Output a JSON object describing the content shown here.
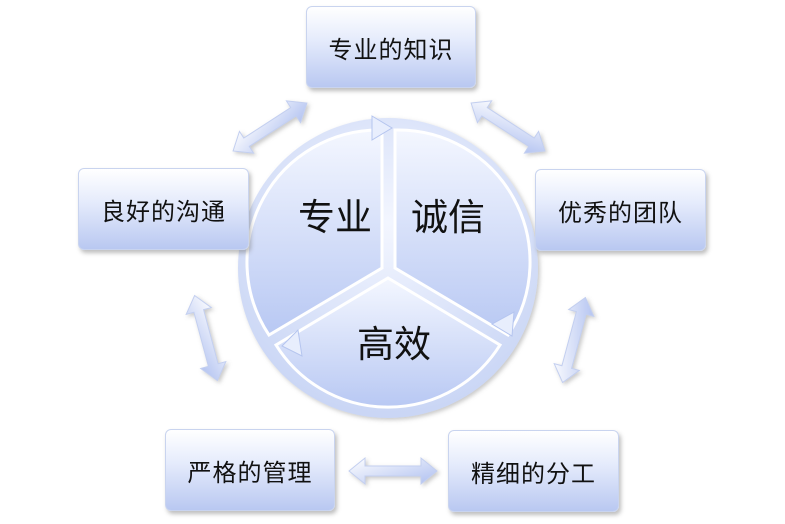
{
  "center": {
    "segments": [
      "专业",
      "诚信",
      "高效"
    ]
  },
  "boxes": {
    "top": "专业的知识",
    "left": "良好的沟通",
    "right": "优秀的团队",
    "bottom_left": "严格的管理",
    "bottom_right": "精细的分工"
  }
}
